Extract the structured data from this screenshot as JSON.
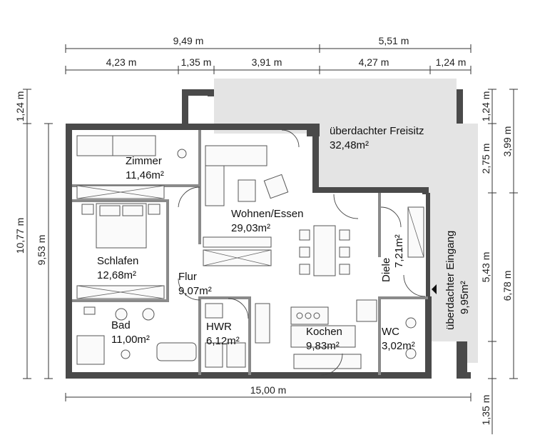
{
  "colors": {
    "terrace": "#e4e4e4",
    "wall": "#4a4a4a",
    "wall_fill": "#8a8a8a"
  },
  "dimensions": {
    "top_outer": [
      "9,49 m",
      "5,51 m"
    ],
    "top_inner": [
      "4,23 m",
      "1,35 m",
      "3,91 m",
      "4,27 m",
      "1,24 m"
    ],
    "bottom": "15,00 m",
    "left_outer": [
      "1,24 m",
      "10,77 m"
    ],
    "left_inner": "9,53 m",
    "right_inner": [
      "1,24 m",
      "2,75 m",
      "5,43 m",
      "1,35 m"
    ],
    "right_outer": [
      "3,99 m",
      "6,78 m"
    ]
  },
  "rooms": [
    {
      "name": "Zimmer",
      "area": "11,46m²"
    },
    {
      "name": "Schlafen",
      "area": "12,68m²"
    },
    {
      "name": "Flur",
      "area": "9,07m²"
    },
    {
      "name": "Bad",
      "area": "11,00m²"
    },
    {
      "name": "HWR",
      "area": "6,12m²"
    },
    {
      "name": "Wohnen/Essen",
      "area": "29,03m²"
    },
    {
      "name": "Kochen",
      "area": "9,83m²"
    },
    {
      "name": "Diele",
      "area": "7,21m²"
    },
    {
      "name": "WC",
      "area": "3,02m²"
    },
    {
      "name": "überdachter Freisitz",
      "area": "32,48m²"
    },
    {
      "name": "überdachter Eingang",
      "area": "9,95m²"
    }
  ]
}
